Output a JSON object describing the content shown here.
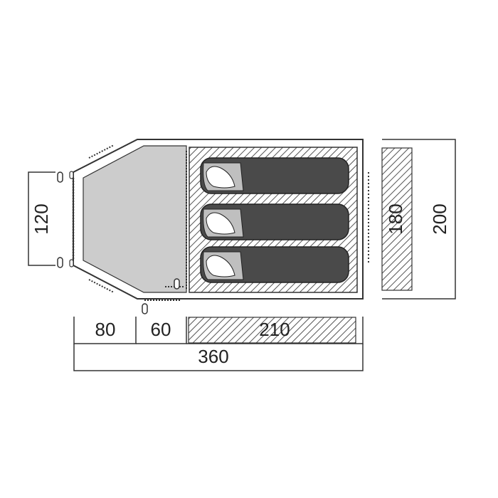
{
  "floorplan": {
    "dimensions": {
      "entrance_height": "120",
      "bedroom_width": "180",
      "total_width": "200",
      "porch_depth": "80",
      "vestibule_depth": "60",
      "bedroom_depth": "210",
      "total_length": "360"
    },
    "sleeping_bags": 3,
    "colors": {
      "outline": "#333333",
      "porch_fill": "#cccccc",
      "bag_fill": "#4a4a4a",
      "hatch": "#555555",
      "background": "#ffffff"
    }
  }
}
